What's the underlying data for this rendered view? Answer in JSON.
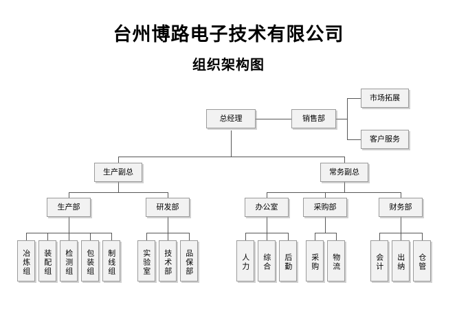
{
  "header": {
    "company_title": "台州博路电子技术有限公司",
    "chart_subtitle": "组织架构图"
  },
  "org_chart": {
    "type": "org-hierarchy",
    "level1": {
      "general_manager": "总经理"
    },
    "level2": {
      "sales_dept": "销售部",
      "production_vp": "生产副总",
      "executive_vp": "常务副总"
    },
    "sales_children": {
      "market_development": "市场拓展",
      "customer_service": "客户服务"
    },
    "level3": {
      "production_dept": "生产部",
      "rd_dept": "研发部",
      "office_dept": "办公室",
      "purchasing_dept": "采购部",
      "finance_dept": "财务部"
    },
    "production_groups": [
      "冶炼组",
      "装配组",
      "检测组",
      "包装组",
      "制线组"
    ],
    "rd_groups": [
      "实验室",
      "技术部",
      "品保部"
    ],
    "office_groups": [
      "人力",
      "综合",
      "后勤"
    ],
    "purchasing_groups": [
      "采购",
      "物流"
    ],
    "finance_groups": [
      "会计",
      "出纳",
      "仓管"
    ]
  },
  "style": {
    "box_fill": "#f2f2f2",
    "box_border": "#9a9a9a",
    "line_color": "#555555",
    "background": "#ffffff",
    "text_color": "#000000"
  }
}
